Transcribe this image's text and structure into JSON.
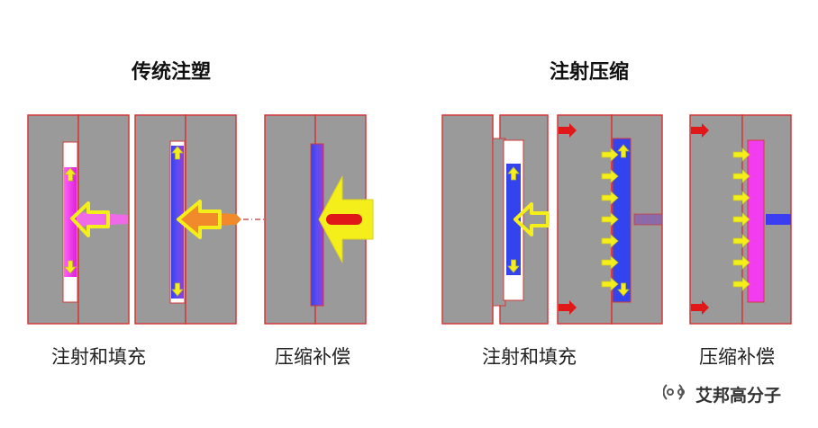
{
  "titles": {
    "left": "传统注塑",
    "right": "注射压缩"
  },
  "captions": {
    "left_fill": "注射和填充",
    "left_comp": "压缩补偿",
    "right_fill": "注射和填充",
    "right_comp": "压缩补偿"
  },
  "watermark": {
    "text": "艾邦高分子",
    "icon": "wechat-official-account-icon"
  },
  "colors": {
    "mold": "#9a9a9a",
    "mold_border": "#d23a3a",
    "cavity": "#ffffff",
    "melt_pink": "#f23cf0",
    "melt_blue": "#3344ee",
    "arrow_yellow": "#f4ee1a",
    "arrow_outline": "#cfcf30",
    "nozzle_orange": "#f08a2a",
    "push_red": "#e01818",
    "dashed_line": "#b73a3a"
  }
}
